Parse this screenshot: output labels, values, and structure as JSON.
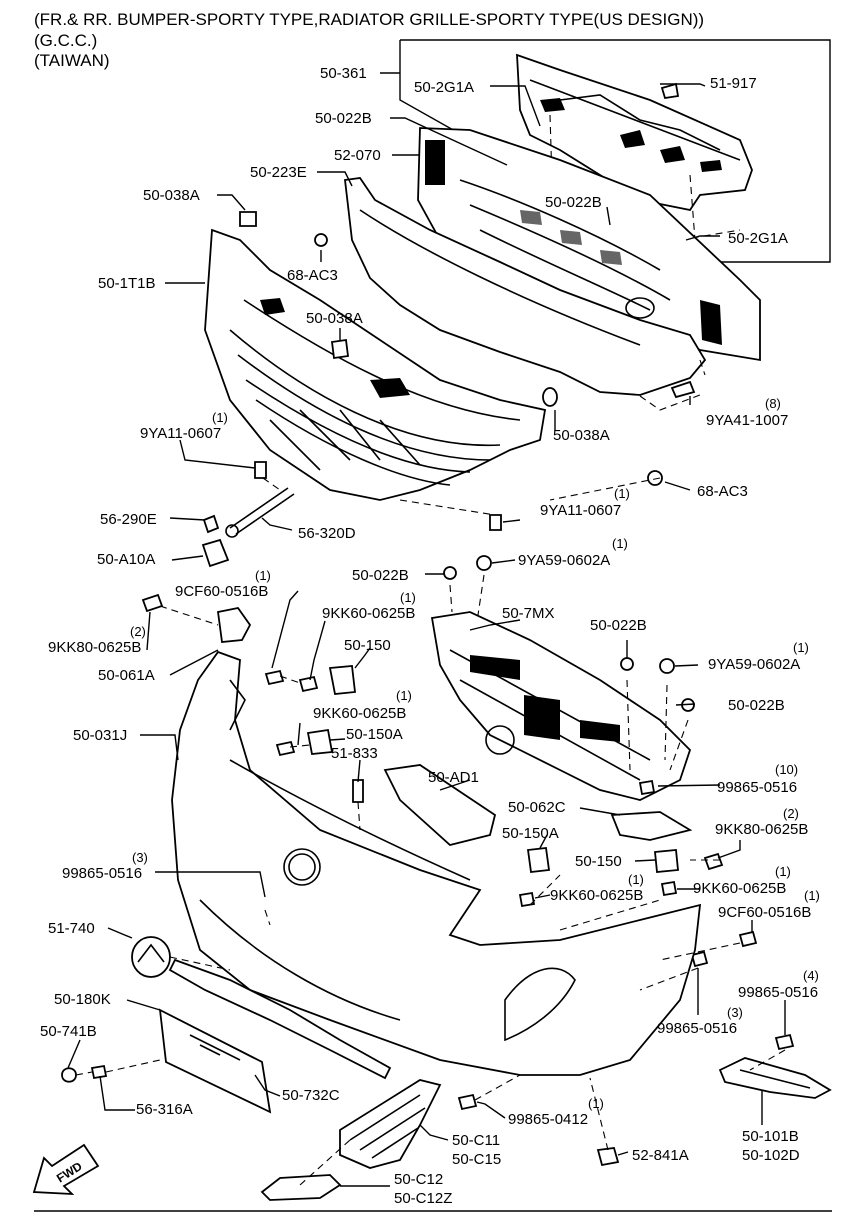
{
  "header": {
    "title": "(FR.& RR. BUMPER-SPORTY TYPE,RADIATOR GRILLE-SPORTY TYPE(US DESIGN))",
    "line2": "(G.C.C.)",
    "line3": "(TAIWAN)"
  },
  "labels": {
    "l_50_361": "50-361",
    "l_50_2G1A_a": "50-2G1A",
    "l_51_917": "51-917",
    "l_50_022B_a": "50-022B",
    "l_52_070": "52-070",
    "l_50_223E": "50-223E",
    "l_50_022B_b": "50-022B",
    "l_50_2G1A_b": "50-2G1A",
    "l_50_038A_a": "50-038A",
    "l_68_AC3_a": "68-AC3",
    "l_50_1T1B": "50-1T1B",
    "l_50_038A_b": "50-038A",
    "l_9YA41_1007": "9YA41-1007",
    "q_9YA41_1007": "(8)",
    "l_50_038A_c": "50-038A",
    "l_9YA11_0607_a": "9YA11-0607",
    "q_9YA11_0607_a": "(1)",
    "l_68_AC3_b": "68-AC3",
    "l_56_290E": "56-290E",
    "l_56_320D": "56-320D",
    "l_9YA11_0607_b": "9YA11-0607",
    "q_9YA11_0607_b": "(1)",
    "l_50_A10A": "50-A10A",
    "l_9YA59_0602A_a": "9YA59-0602A",
    "q_9YA59_0602A_a": "(1)",
    "l_50_022B_c": "50-022B",
    "l_9CF60_0516B_a": "9CF60-0516B",
    "q_9CF60_0516B_a": "(1)",
    "l_9KK60_0625B_a": "9KK60-0625B",
    "q_9KK60_0625B_a": "(1)",
    "l_50_7MX": "50-7MX",
    "l_9KK80_0625B_a": "9KK80-0625B",
    "q_9KK80_0625B_a": "(2)",
    "l_50_022B_d": "50-022B",
    "l_50_150_a": "50-150",
    "l_9YA59_0602A_b": "9YA59-0602A",
    "q_9YA59_0602A_b": "(1)",
    "l_50_061A": "50-061A",
    "l_50_022B_e": "50-022B",
    "l_9KK60_0625B_b": "9KK60-0625B",
    "q_9KK60_0625B_b": "(1)",
    "l_50_031J": "50-031J",
    "l_50_150A_a": "50-150A",
    "l_51_833": "51-833",
    "l_50_AD1": "50-AD1",
    "l_99865_0516_a": "99865-0516",
    "q_99865_0516_a": "(10)",
    "l_50_062C": "50-062C",
    "l_9KK80_0625B_b": "9KK80-0625B",
    "q_9KK80_0625B_b": "(2)",
    "l_50_150A_b": "50-150A",
    "l_50_150_b": "50-150",
    "l_99865_0516_b": "99865-0516",
    "q_99865_0516_b": "(3)",
    "l_9KK60_0625B_c": "9KK60-0625B",
    "q_9KK60_0625B_c": "(1)",
    "l_9KK60_0625B_d": "9KK60-0625B",
    "q_9KK60_0625B_d": "(1)",
    "l_9CF60_0516B_b": "9CF60-0516B",
    "q_9CF60_0516B_b": "(1)",
    "l_51_740": "51-740",
    "l_99865_0516_c": "99865-0516",
    "q_99865_0516_c": "(4)",
    "l_50_180K": "50-180K",
    "l_99865_0516_d": "99865-0516",
    "q_99865_0516_d": "(3)",
    "l_50_741B": "50-741B",
    "l_56_316A": "56-316A",
    "l_50_732C": "50-732C",
    "l_99865_0412": "99865-0412",
    "q_99865_0412": "(1)",
    "l_50_101B": "50-101B",
    "l_50_102D": "50-102D",
    "l_50_C11": "50-C11",
    "l_50_C15": "50-C15",
    "l_52_841A": "52-841A",
    "l_50_C12": "50-C12",
    "l_50_C12Z": "50-C12Z",
    "l_fwd": "FWD"
  }
}
